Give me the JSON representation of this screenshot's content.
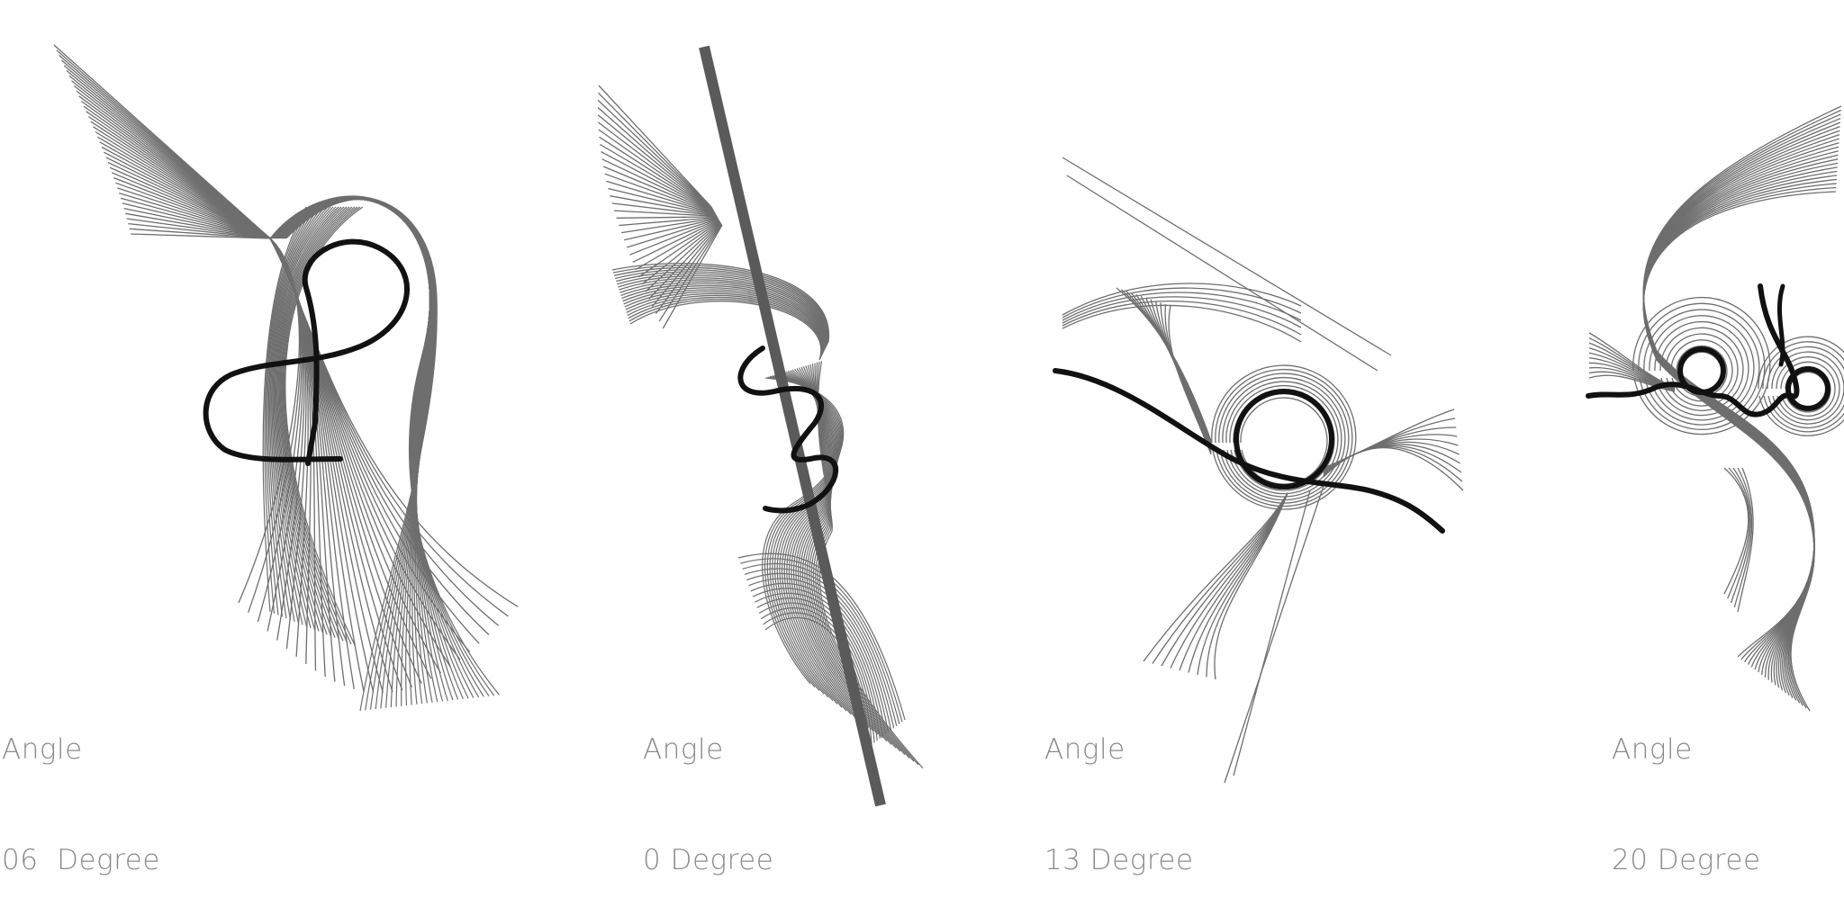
{
  "figures": [
    {
      "angle_label": "Angle",
      "degree_label": "06  Degree"
    },
    {
      "angle_label": "Angle",
      "degree_label": "0 Degree"
    },
    {
      "angle_label": "Angle",
      "degree_label": "13 Degree"
    },
    {
      "angle_label": "Angle",
      "degree_label": "20 Degree"
    }
  ],
  "colors": {
    "guide_lines": "#6e6e6e",
    "path_curve": "#111111",
    "caption_text": "#8a8a8a",
    "background": "#ffffff"
  }
}
